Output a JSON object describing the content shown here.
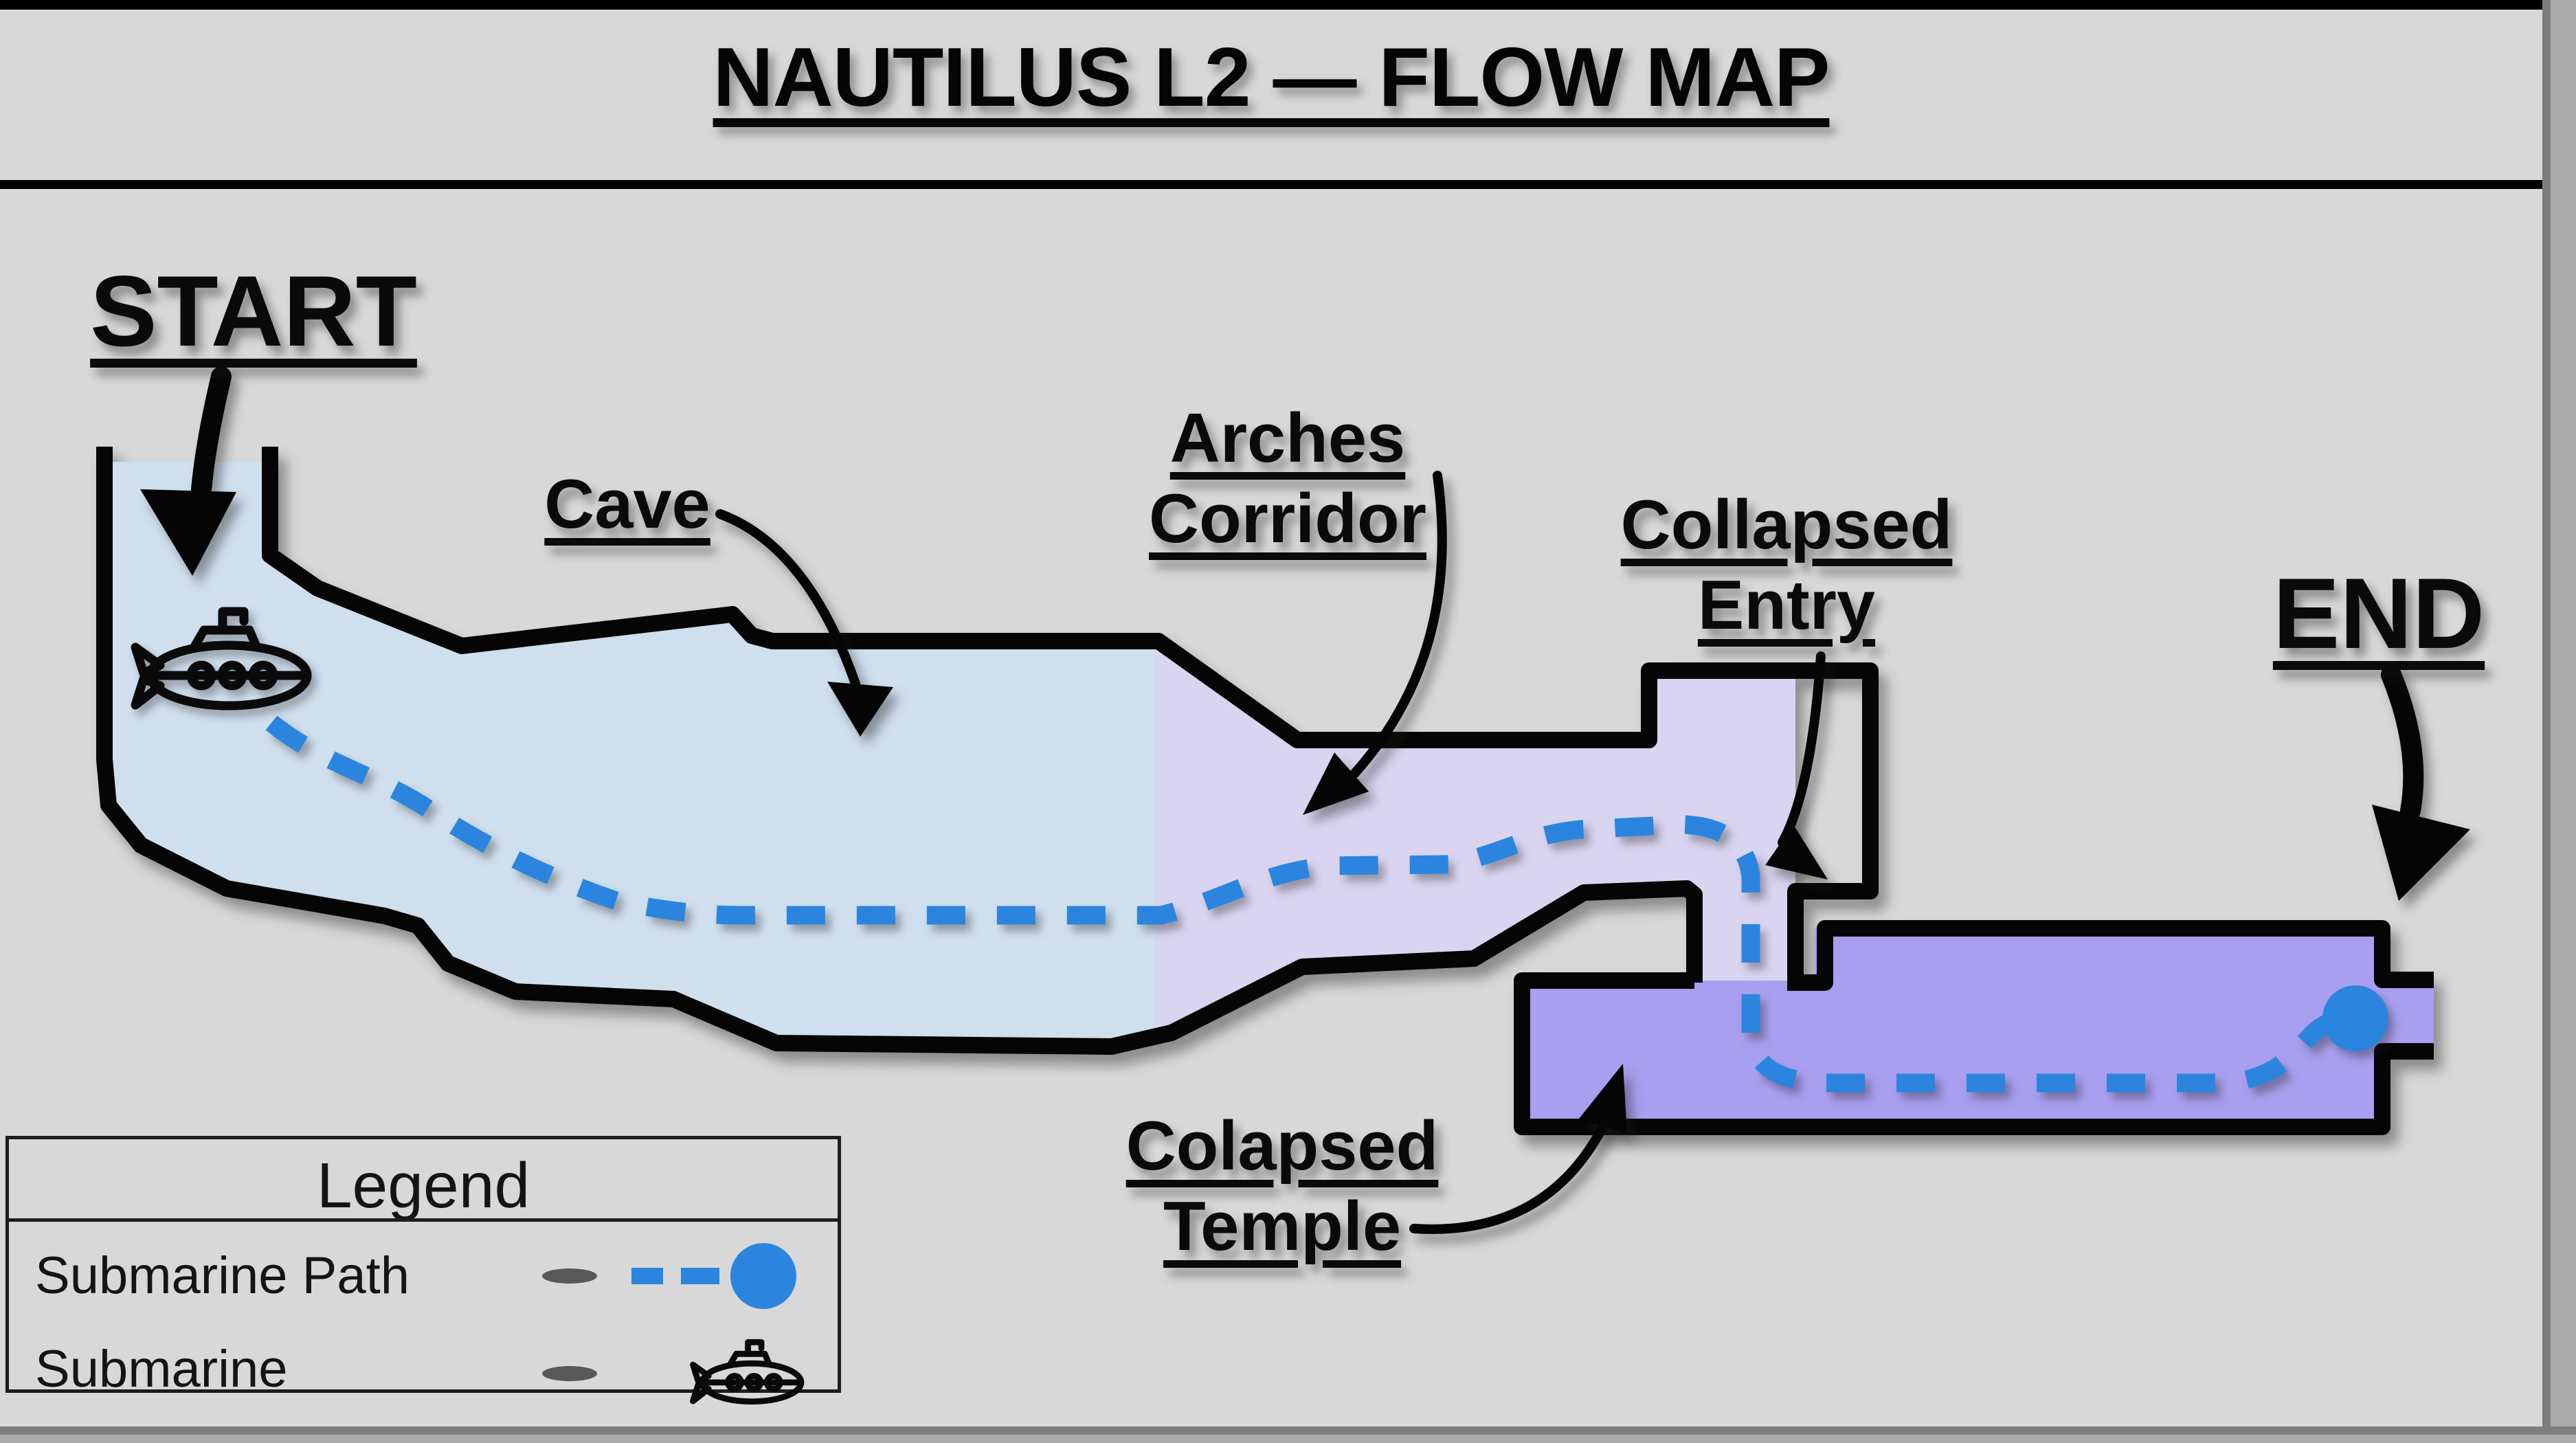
{
  "title": "NAUTILUS L2 — FLOW MAP",
  "labels": {
    "start": "START",
    "end": "END",
    "cave": "Cave",
    "arches": [
      "Arches",
      "Corridor"
    ],
    "entry": [
      "Collapsed",
      "Entry"
    ],
    "temple": [
      "Colapsed",
      "Temple"
    ]
  },
  "legend": {
    "title": "Legend",
    "items": [
      {
        "label": "Submarine Path",
        "icon": "submarine-path-icon"
      },
      {
        "label": "Submarine",
        "icon": "submarine-icon"
      }
    ]
  },
  "regions": [
    {
      "name": "Cave",
      "color": "#cfdfee"
    },
    {
      "name": "Arches Corridor",
      "color": "#d9d5f1"
    },
    {
      "name": "Collapsed Entry",
      "color": "#d9d5f1"
    },
    {
      "name": "Colapsed Temple",
      "color": "#a99ff0"
    }
  ],
  "path": {
    "color": "#2b85de",
    "style": "dashed",
    "from": "START",
    "to": "END"
  }
}
